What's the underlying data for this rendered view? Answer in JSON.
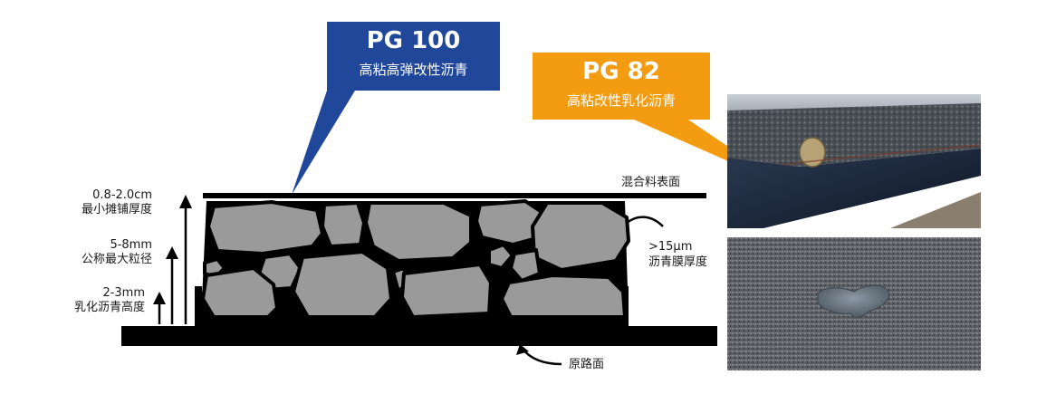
{
  "callouts": {
    "pg100": {
      "title": "PG 100",
      "subtitle": "高粘高弹改性沥青",
      "color": "#21479b"
    },
    "pg82": {
      "title": "PG 82",
      "subtitle": "高粘改性乳化沥青",
      "color": "#f39c12"
    }
  },
  "labels": {
    "thickness_value": "0.8-2.0cm",
    "thickness_desc": "最小摊铺厚度",
    "aggregate_value": "5-8mm",
    "aggregate_desc": "公称最大粒径",
    "emulsion_value": "2-3mm",
    "emulsion_desc": "乳化沥青高度",
    "surface": "混合料表面",
    "film_value": ">15μm",
    "film_desc": "沥青膜厚度",
    "base": "原路面"
  },
  "colors": {
    "stone": "#9a9a9a",
    "outline": "#000000",
    "text": "#1a1a1a"
  },
  "photos": {
    "top": "asphalt-road-edge-photo",
    "bottom": "asphalt-texture-photo"
  }
}
